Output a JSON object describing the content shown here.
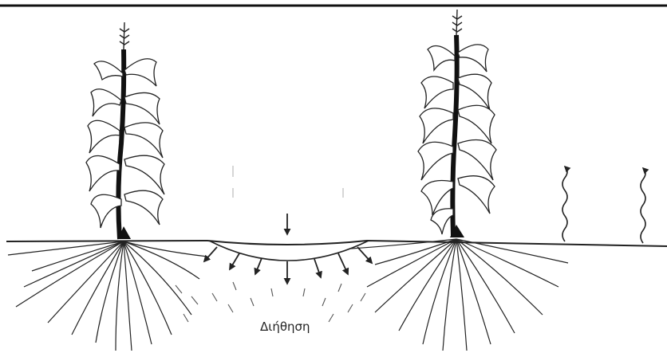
{
  "diagram": {
    "labels": {
      "infiltration": "Διήθηση"
    },
    "elements": {
      "plants": [
        "corn-plant-left",
        "corn-plant-right"
      ],
      "evaporation_arrows": 2,
      "infiltration_arrows": 8
    }
  }
}
